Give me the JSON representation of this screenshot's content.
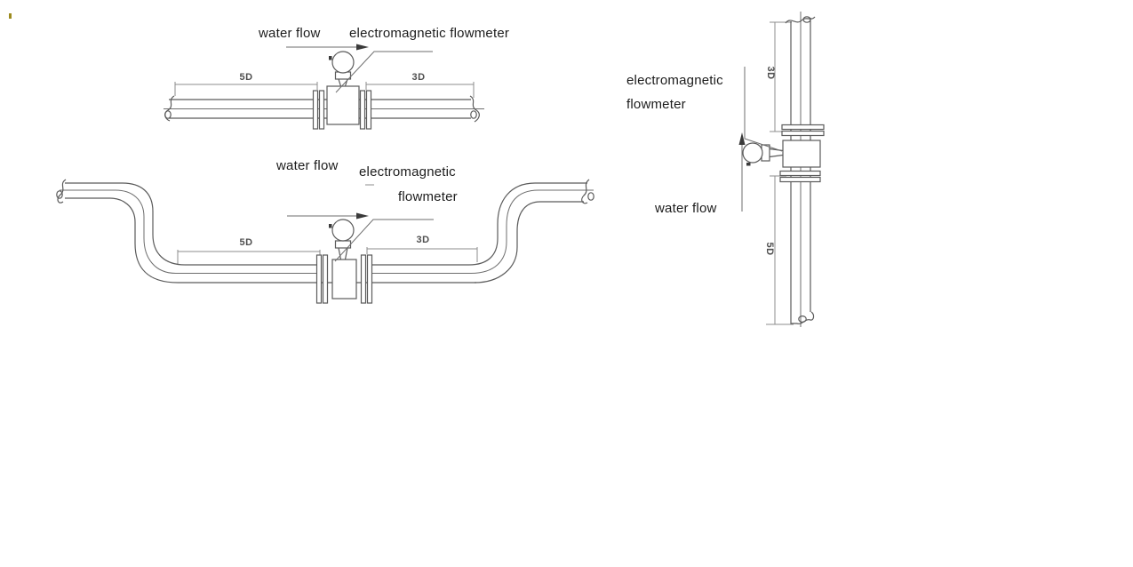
{
  "diagram_horizontal": {
    "water_flow_label": "water flow",
    "flowmeter_label": "electromagnetic flowmeter",
    "upstream_dim": "5D",
    "downstream_dim": "3D"
  },
  "diagram_sbend": {
    "water_flow_label": "water flow",
    "flowmeter_label_line1": "electromagnetic",
    "flowmeter_label_line2": "flowmeter",
    "upstream_dim": "5D",
    "downstream_dim": "3D"
  },
  "diagram_vertical": {
    "flowmeter_label_line1": "electromagnetic",
    "flowmeter_label_line2": "flowmeter",
    "water_flow_label": "water flow",
    "downstream_dim": "3D",
    "upstream_dim": "5D"
  },
  "colors": {
    "pipe_line": "#5b5b5b",
    "dimension_line": "#8c8c8c",
    "text": "#1c1c1c",
    "stray_mark": "#9c8b1e",
    "background": "#ffffff"
  }
}
